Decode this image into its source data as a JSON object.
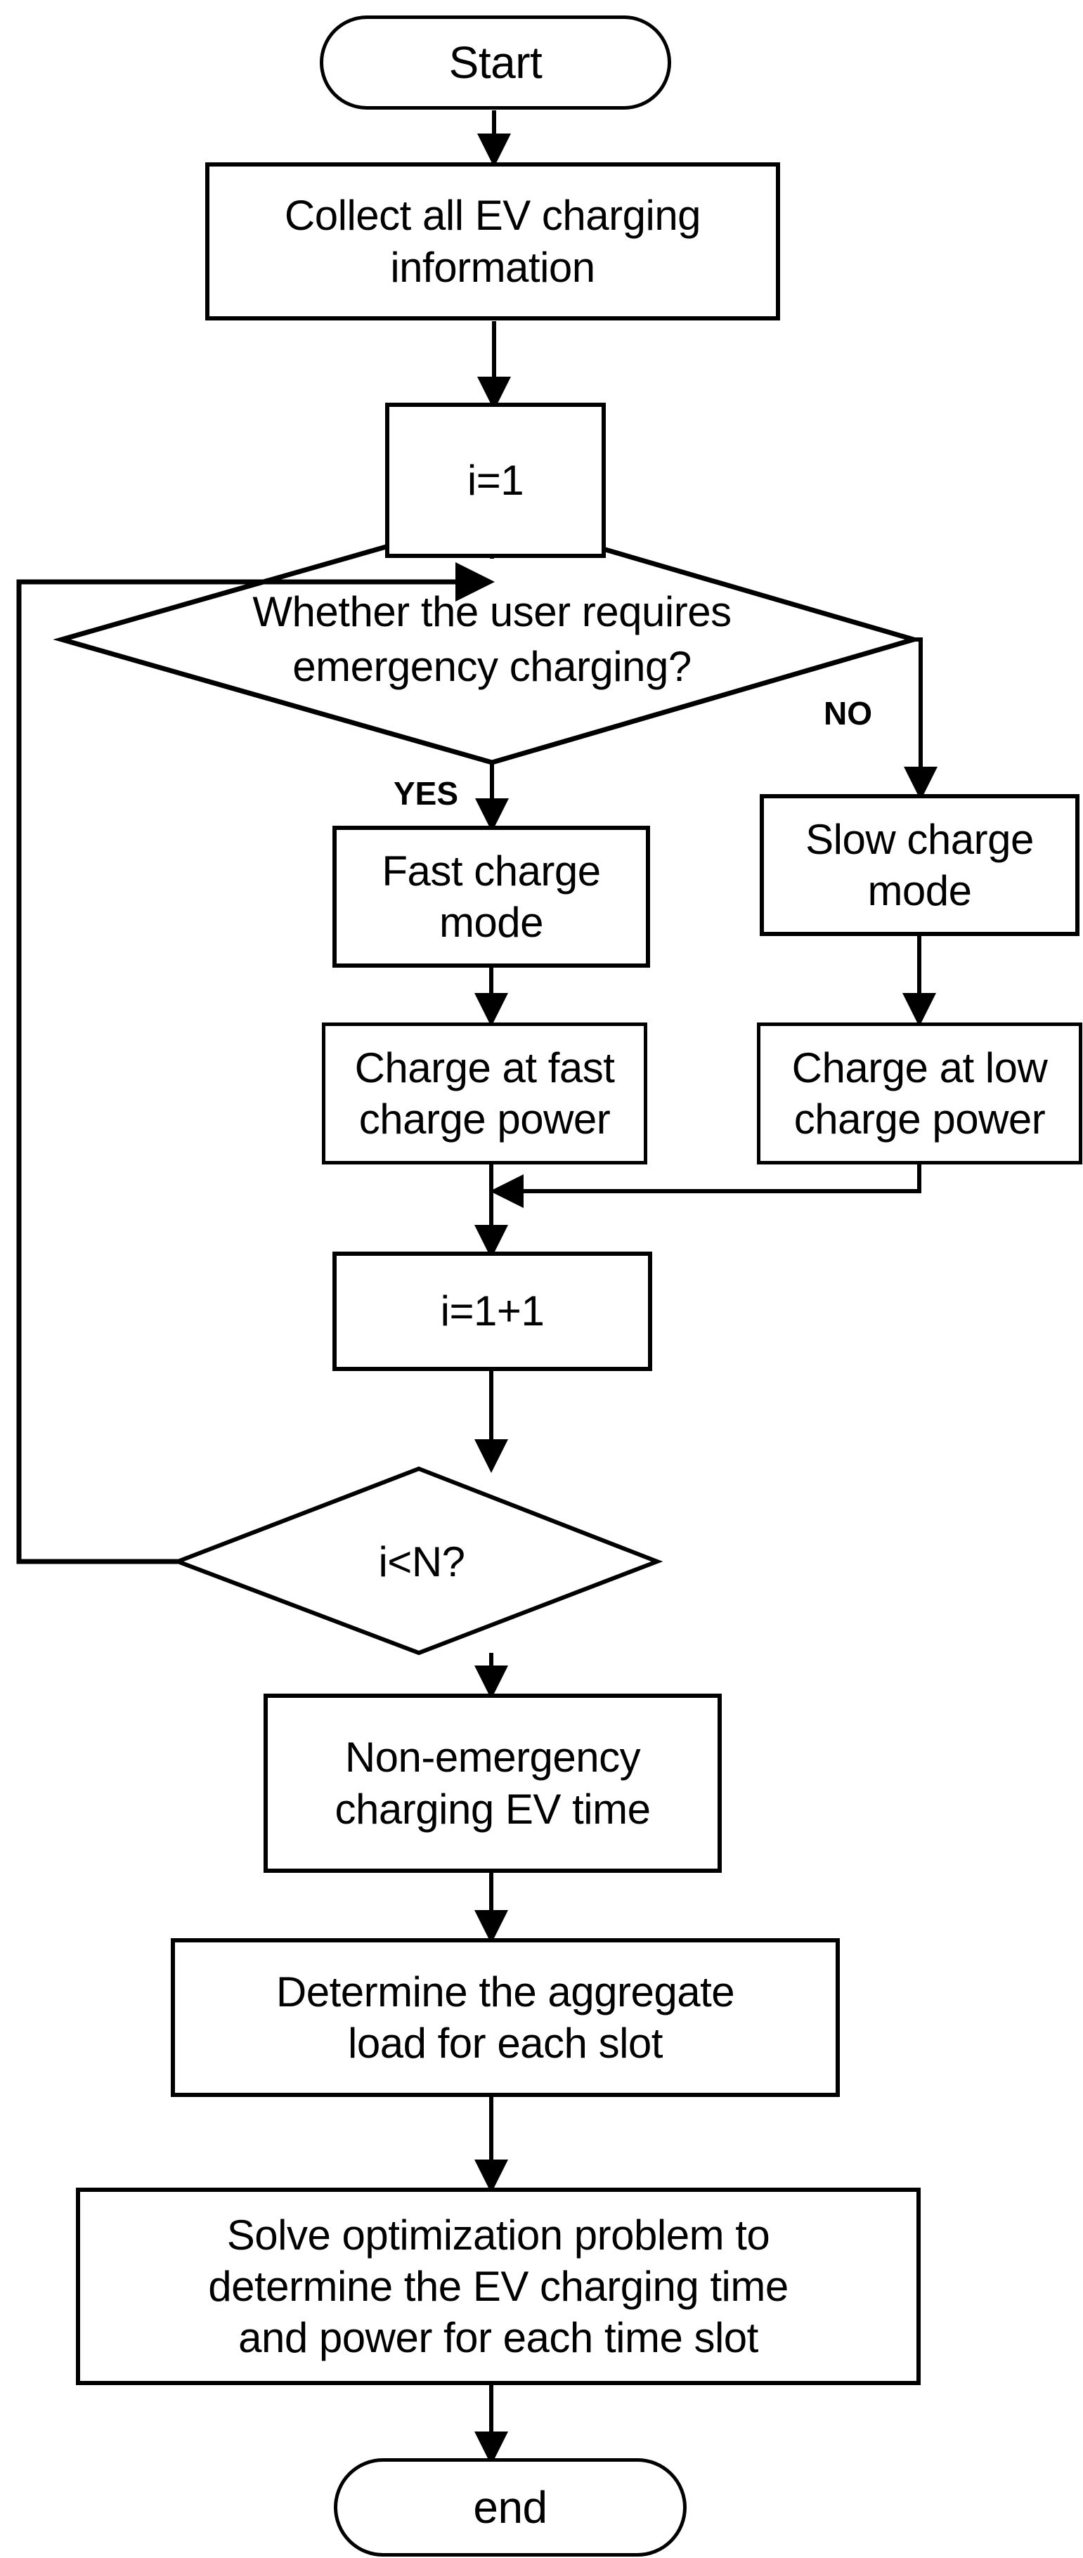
{
  "diagram": {
    "type": "flowchart",
    "title": "EV charging scheduling flowchart",
    "stroke_color": "#000000",
    "fill_color": "#ffffff",
    "background": "#ffffff"
  },
  "nodes": {
    "start": {
      "label": "Start",
      "shape": "terminator"
    },
    "collect": {
      "label": "Collect all EV charging\ninformation",
      "shape": "process"
    },
    "init_i": {
      "label": "i=1",
      "shape": "process"
    },
    "decision_emergency": {
      "label": "Whether the user requires\nemergency charging?",
      "shape": "decision"
    },
    "fast_mode": {
      "label": "Fast charge\nmode",
      "shape": "process"
    },
    "slow_mode": {
      "label": "Slow charge\nmode",
      "shape": "process"
    },
    "charge_fast": {
      "label": "Charge at fast\ncharge power",
      "shape": "process"
    },
    "charge_low": {
      "label": "Charge at low\ncharge power",
      "shape": "process"
    },
    "increment_i": {
      "label": "i=1+1",
      "shape": "process"
    },
    "decision_loop": {
      "label": "i<N?",
      "shape": "decision"
    },
    "non_emergency_time": {
      "label": "Non-emergency\ncharging EV time",
      "shape": "process"
    },
    "aggregate_load": {
      "label": "Determine the aggregate\nload for each slot",
      "shape": "process"
    },
    "solve_optimization": {
      "label": "Solve optimization problem to\ndetermine the EV charging time\nand power for each time slot",
      "shape": "process"
    },
    "end": {
      "label": "end",
      "shape": "terminator"
    }
  },
  "edge_labels": {
    "yes": "YES",
    "no": "NO"
  },
  "edges": [
    {
      "from": "start",
      "to": "collect",
      "label": ""
    },
    {
      "from": "collect",
      "to": "init_i",
      "label": ""
    },
    {
      "from": "init_i",
      "to": "decision_emergency",
      "label": ""
    },
    {
      "from": "decision_emergency",
      "to": "fast_mode",
      "label": "YES"
    },
    {
      "from": "decision_emergency",
      "to": "slow_mode",
      "label": "NO"
    },
    {
      "from": "fast_mode",
      "to": "charge_fast",
      "label": ""
    },
    {
      "from": "slow_mode",
      "to": "charge_low",
      "label": ""
    },
    {
      "from": "charge_fast",
      "to": "increment_i",
      "label": ""
    },
    {
      "from": "charge_low",
      "to": "increment_i",
      "label": ""
    },
    {
      "from": "increment_i",
      "to": "decision_loop",
      "label": ""
    },
    {
      "from": "decision_loop",
      "to": "decision_emergency",
      "label": ""
    },
    {
      "from": "decision_loop",
      "to": "non_emergency_time",
      "label": ""
    },
    {
      "from": "non_emergency_time",
      "to": "aggregate_load",
      "label": ""
    },
    {
      "from": "aggregate_load",
      "to": "solve_optimization",
      "label": ""
    },
    {
      "from": "solve_optimization",
      "to": "end",
      "label": ""
    }
  ]
}
